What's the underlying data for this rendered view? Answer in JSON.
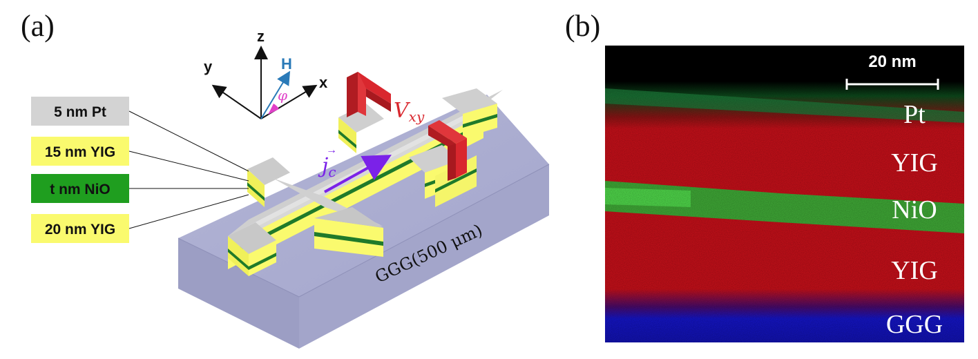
{
  "panels": {
    "a": {
      "label": "(a)"
    },
    "b": {
      "label": "(b)"
    }
  },
  "legend": [
    {
      "text": "5 nm Pt",
      "color": "#d3d3d3"
    },
    {
      "text": "15 nm YIG",
      "color": "#fafa6e"
    },
    {
      "text": "t nm NiO",
      "color": "#1f9e1f"
    },
    {
      "text": "20 nm YIG",
      "color": "#fafa6e"
    }
  ],
  "axes": {
    "z": "z",
    "y": "y",
    "x": "x",
    "h": "H",
    "phi": "φ"
  },
  "device": {
    "voltage_label_main": "V",
    "voltage_label_sub": "xy",
    "current_label_main": "j",
    "current_label_sub": "c",
    "substrate_label": "GGG(500 μm)"
  },
  "tem": {
    "scale_bar": "20 nm",
    "layers": [
      "Pt",
      "YIG",
      "NiO",
      "YIG",
      "GGG"
    ]
  },
  "colors": {
    "pt": "#d3d3d3",
    "yig": "#fafa6e",
    "nio": "#1f9e1f",
    "substrate": "#a9abcf",
    "contact": "#d9272e",
    "field": "#2a7ab8",
    "current": "#7b22e8",
    "tem_pt": "#0b6b2a",
    "tem_yig": "#c8101a",
    "tem_nio": "#35c035",
    "tem_ggg": "#1515c8"
  }
}
